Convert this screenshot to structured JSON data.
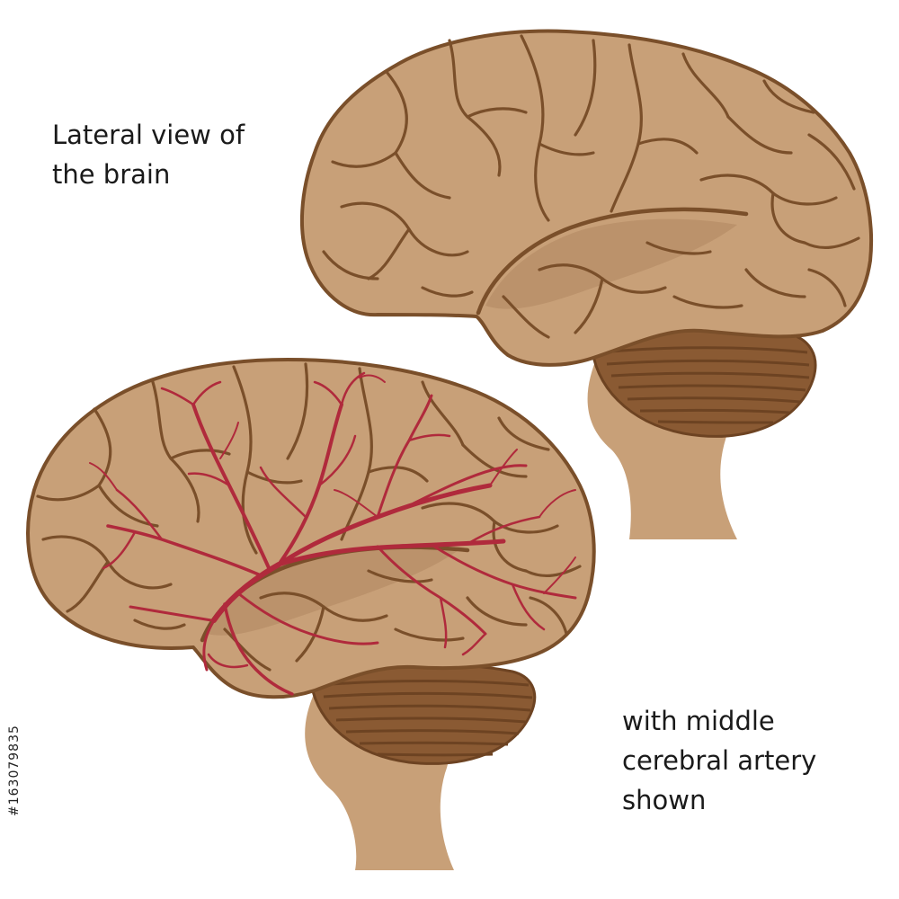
{
  "captions": {
    "top": [
      "Lateral view of",
      "the brain"
    ],
    "bottom": [
      "with middle",
      "cerebral artery",
      "shown"
    ]
  },
  "stock_id": "#163079835",
  "colors": {
    "cortex": "#c8a078",
    "outline": "#7a4f2a",
    "cerebellum": "#8a5a33",
    "artery": "#b02a3c",
    "background": "#ffffff"
  }
}
